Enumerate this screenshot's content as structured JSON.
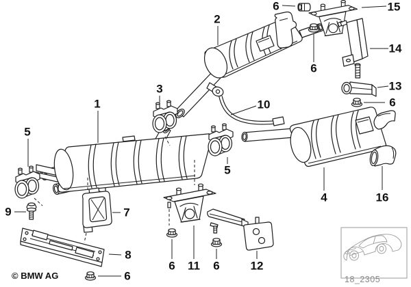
{
  "diagram": {
    "description": "BMW exhaust system parts diagram",
    "colors": {
      "line": "#1c1c1c",
      "muted_text": "#8a8a8a",
      "inset_border": "#999999"
    }
  },
  "callouts": {
    "c1": "1",
    "c2": "2",
    "c3": "3",
    "c4": "4",
    "c5": "5",
    "c6": "6",
    "c7": "7",
    "c8": "8",
    "c9": "9",
    "c10": "10",
    "c11": "11",
    "c12": "12",
    "c13": "13",
    "c14": "14",
    "c15": "15",
    "c16": "16"
  },
  "footer": {
    "copyright": "© BMW AG"
  },
  "inset": {
    "code": "18_2305"
  }
}
